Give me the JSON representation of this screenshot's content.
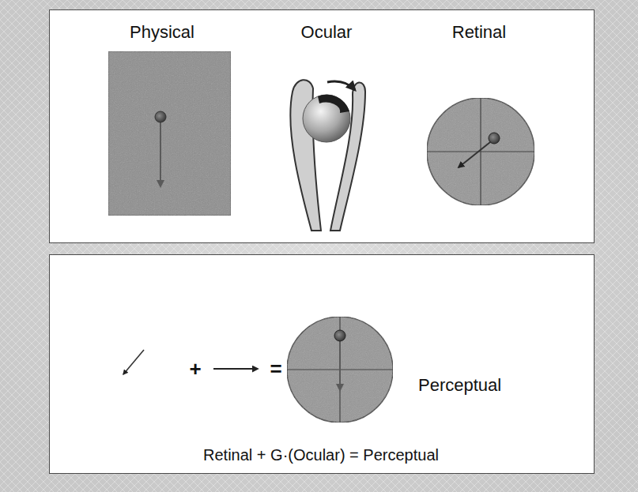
{
  "diagram": {
    "nodes": [
      {
        "text": [
          "Physical",
          "Ocular",
          "Retinal"
        ]
      },
      {
        "text": [
          "+",
          "=",
          "Perceptual",
          "Retinal + G·(Ocular) = Perceptual"
        ]
      }
    ]
  }
}
